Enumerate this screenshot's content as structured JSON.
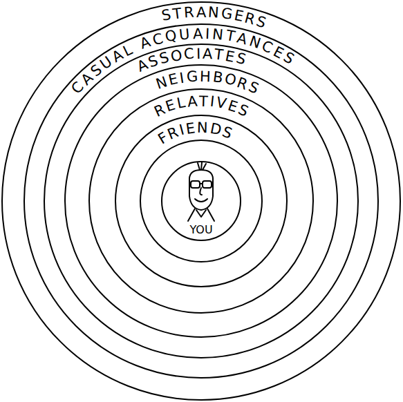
{
  "diagram": {
    "nodes": [
      {
        "text": [
          "STRANGERS"
        ]
      },
      {
        "text": [
          "CASUAL ACQUAINTANCES"
        ],
        "in": 0
      },
      {
        "text": [
          "ASSOCIATES"
        ],
        "in": 1
      },
      {
        "text": [
          "NEIGHBORS"
        ],
        "in": 2
      },
      {
        "text": [
          "RELATIVES"
        ],
        "in": 3
      },
      {
        "text": [
          "FRIENDS"
        ],
        "in": 4
      },
      {
        "text": [
          "YOU"
        ],
        "in": 5
      }
    ]
  }
}
